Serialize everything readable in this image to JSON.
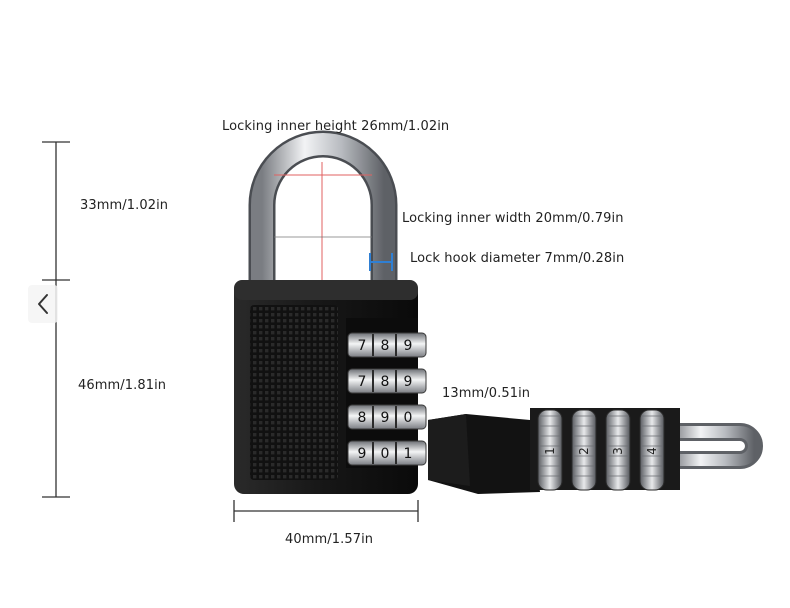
{
  "product_image": {
    "dimension_labels": {
      "locking_inner_height": "Locking inner height 26mm/1.02in",
      "locking_inner_width": "Locking inner width 20mm/0.79in",
      "lock_hook_diameter": "Lock hook diameter 7mm/0.28in",
      "shackle_height": "33mm/1.02in",
      "body_height": "46mm/1.81in",
      "dial_thickness": "13mm/0.51in",
      "body_width": "40mm/1.57in"
    },
    "dial_rows": [
      [
        "7",
        "8",
        "9"
      ],
      [
        "7",
        "8",
        "9"
      ],
      [
        "8",
        "9",
        "0"
      ],
      [
        "9",
        "0",
        "1"
      ]
    ],
    "side_dials": [
      "1",
      "2",
      "3",
      "4"
    ]
  },
  "gallery": {
    "prev_icon": "chevron-left-icon"
  },
  "colors": {
    "lock_body": "#141414",
    "shackle": "#c9ccd0",
    "measure_line": "#333333",
    "hook_marker": "#2f7fd3",
    "center_line": "#e06060"
  }
}
